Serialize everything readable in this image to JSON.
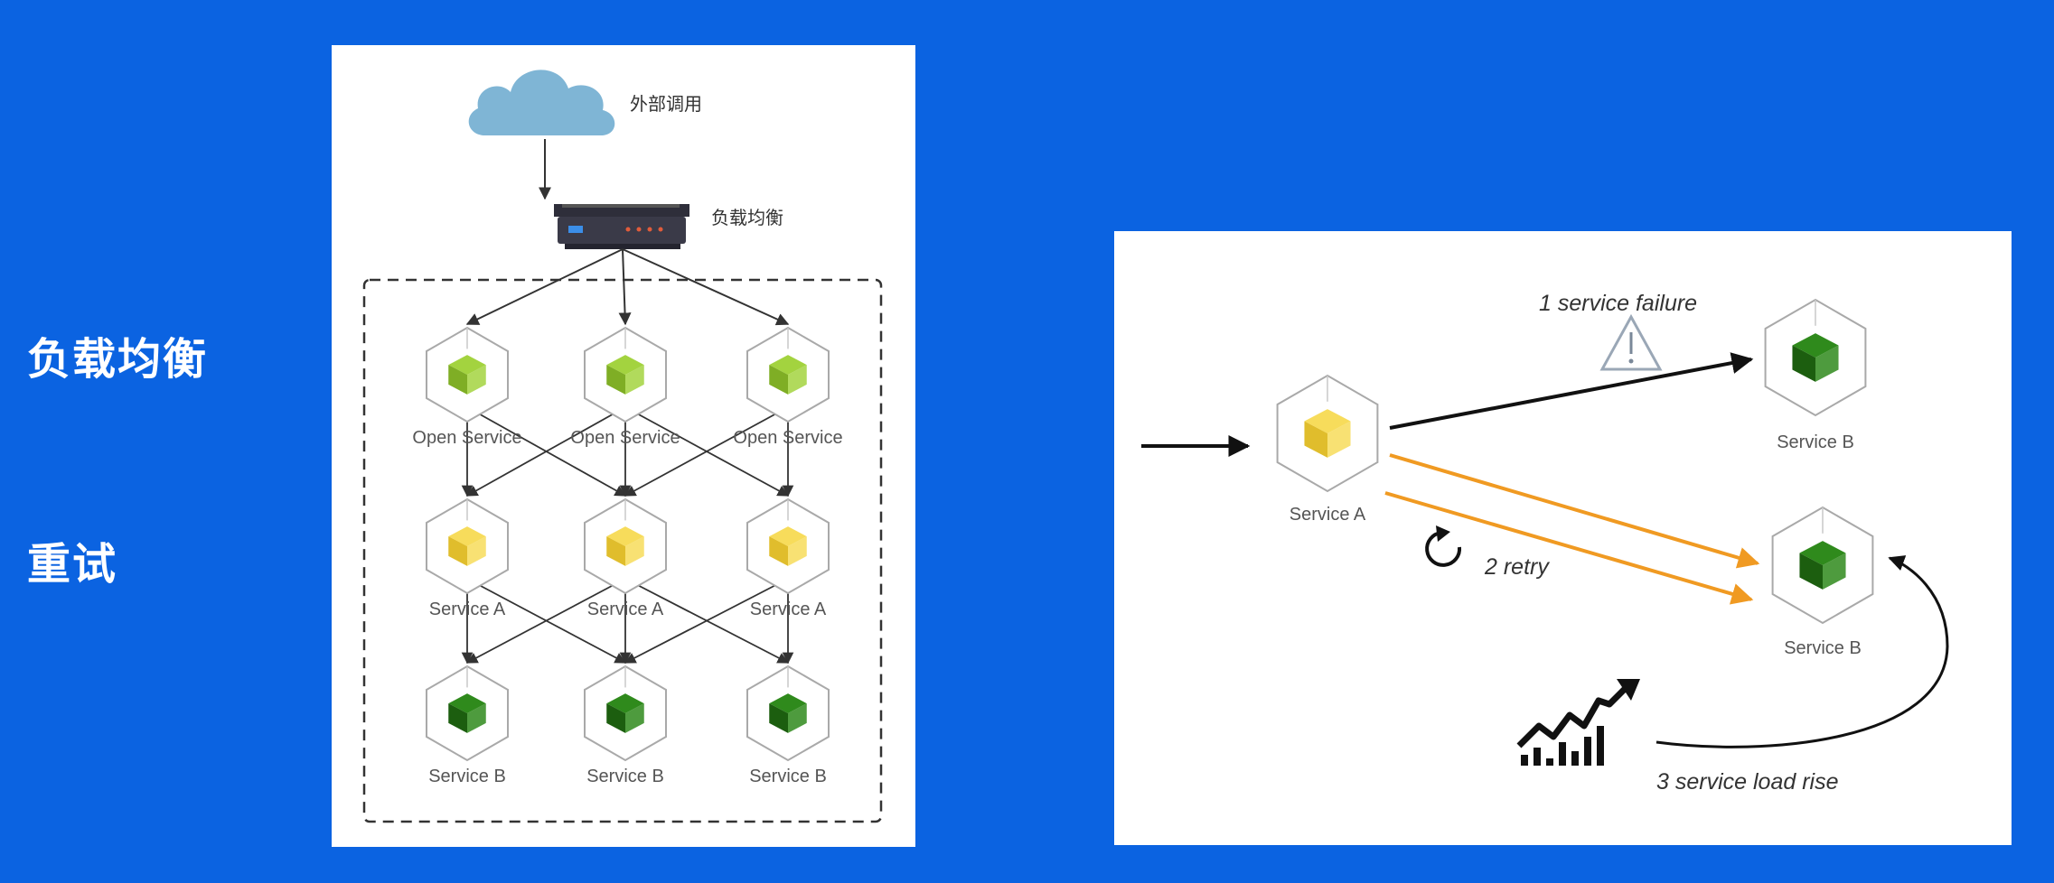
{
  "sidebar": {
    "load_balance_label": "负载均衡",
    "retry_label": "重试"
  },
  "left_diagram": {
    "external_call_label": "外部调用",
    "load_balancer_label": "负载均衡",
    "rows": [
      {
        "label": "Open Service",
        "color": "#a3d33f",
        "color_dark": "#7fae25"
      },
      {
        "label": "Service A",
        "color": "#f7dc5b",
        "color_dark": "#e0bd2c"
      },
      {
        "label": "Service B",
        "color": "#2f8a1c",
        "color_dark": "#1c5e0f"
      }
    ]
  },
  "right_diagram": {
    "service_a_label": "Service A",
    "service_b_top_label": "Service B",
    "service_b_bottom_label": "Service B",
    "failure_label": "1 service failure",
    "retry_label": "2 retry",
    "load_rise_label": "3 service load rise",
    "colors": {
      "retry_arrow": "#f09a22",
      "service_a": "#f7dc5b",
      "service_b": "#2f8a1c"
    }
  }
}
